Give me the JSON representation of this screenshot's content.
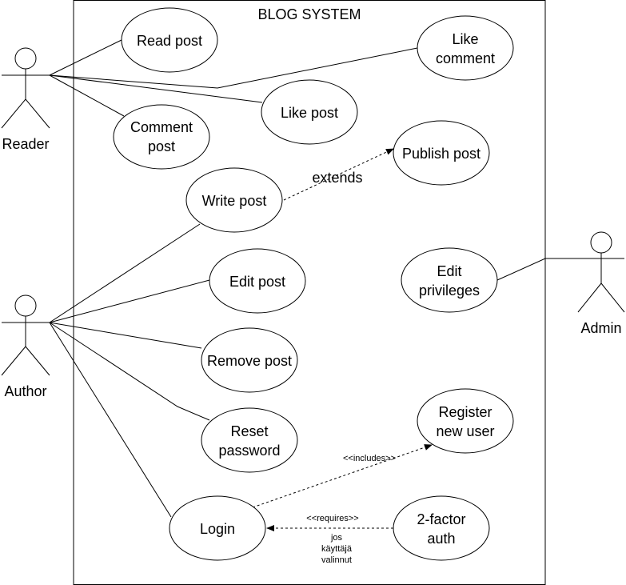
{
  "system": {
    "title": "BLOG SYSTEM"
  },
  "actors": {
    "reader": "Reader",
    "author": "Author",
    "admin": "Admin"
  },
  "use_cases": {
    "read_post": "Read post",
    "like_comment": [
      "Like",
      "comment"
    ],
    "like_post": "Like post",
    "comment_post": [
      "Comment",
      "post"
    ],
    "publish_post": "Publish post",
    "write_post": "Write post",
    "edit_post": "Edit post",
    "edit_privileges": [
      "Edit",
      "privileges"
    ],
    "remove_post": "Remove post",
    "register_new_user": [
      "Register",
      "new user"
    ],
    "reset_password": [
      "Reset",
      "password"
    ],
    "login": "Login",
    "two_factor_auth": [
      "2-factor",
      "auth"
    ]
  },
  "relations": {
    "extends": "extends",
    "includes": "<<includes>>",
    "requires": "<<requires>>",
    "requires_note": [
      "jos",
      "käyttäjä",
      "valinnut"
    ]
  },
  "colors": {
    "line": "#000000",
    "fill": "#ffffff",
    "text": "#000000"
  }
}
